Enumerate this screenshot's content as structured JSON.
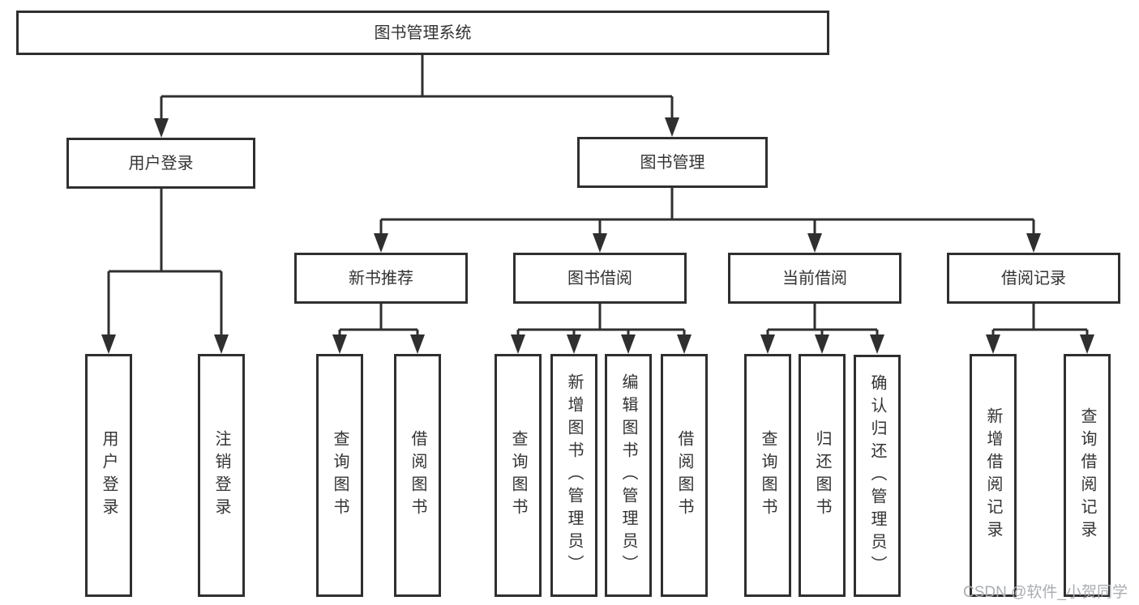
{
  "diagram_title": "图书管理系统",
  "tree": {
    "root": {
      "label": "图书管理系统"
    },
    "branches": [
      {
        "label": "用户登录",
        "children": [
          "用户登录",
          "注销登录"
        ]
      },
      {
        "label": "图书管理"
      }
    ],
    "modules": [
      {
        "label": "新书推荐",
        "children": [
          "查询图书",
          "借阅图书"
        ]
      },
      {
        "label": "图书借阅",
        "children": [
          "查询图书",
          "新增图书（管理员）",
          "编辑图书（管理员）",
          "借阅图书"
        ]
      },
      {
        "label": "当前借阅",
        "children": [
          "查询图书",
          "归还图书",
          "确认归还（管理员）"
        ]
      },
      {
        "label": "借阅记录",
        "children": [
          "新增借阅记录",
          "查询借阅记录"
        ]
      }
    ]
  },
  "watermark": "CSDN @软件_小贺同学",
  "colors": {
    "line": "#2f2f2f",
    "box_border": "#2f2f2f",
    "text": "#333333",
    "watermark": "#aaadb2",
    "background": "#ffffff"
  }
}
